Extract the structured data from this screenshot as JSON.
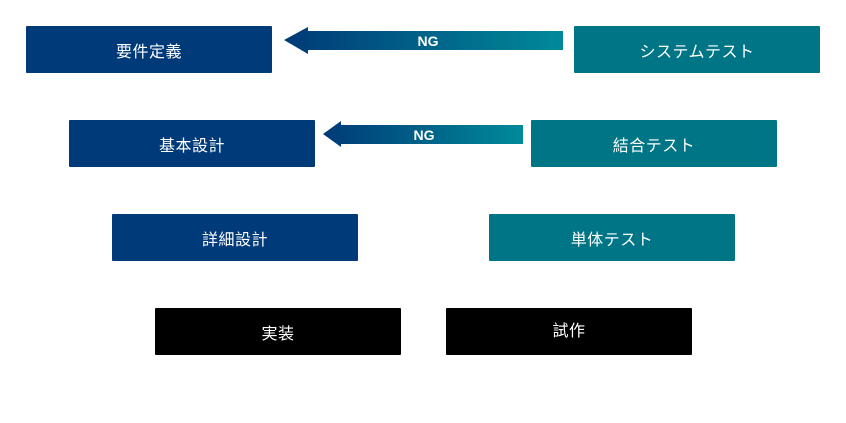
{
  "left_column": [
    {
      "label": "要件定義",
      "color": "#003a78"
    },
    {
      "label": "基本設計",
      "color": "#003a78"
    },
    {
      "label": "詳細設計",
      "color": "#003a78"
    },
    {
      "label": "実装",
      "color": "#000000"
    }
  ],
  "right_column": [
    {
      "label": "システムテスト",
      "color": "#007585"
    },
    {
      "label": "結合テスト",
      "color": "#007585"
    },
    {
      "label": "単体テスト",
      "color": "#007585"
    },
    {
      "label": "試作",
      "color": "#000000"
    }
  ],
  "arrows": [
    {
      "label": "NG",
      "from": "システムテスト",
      "to": "要件定義"
    },
    {
      "label": "NG",
      "from": "結合テスト",
      "to": "基本設計"
    }
  ],
  "colors": {
    "gradient_start": "#003a78",
    "gradient_end": "#008a99"
  }
}
